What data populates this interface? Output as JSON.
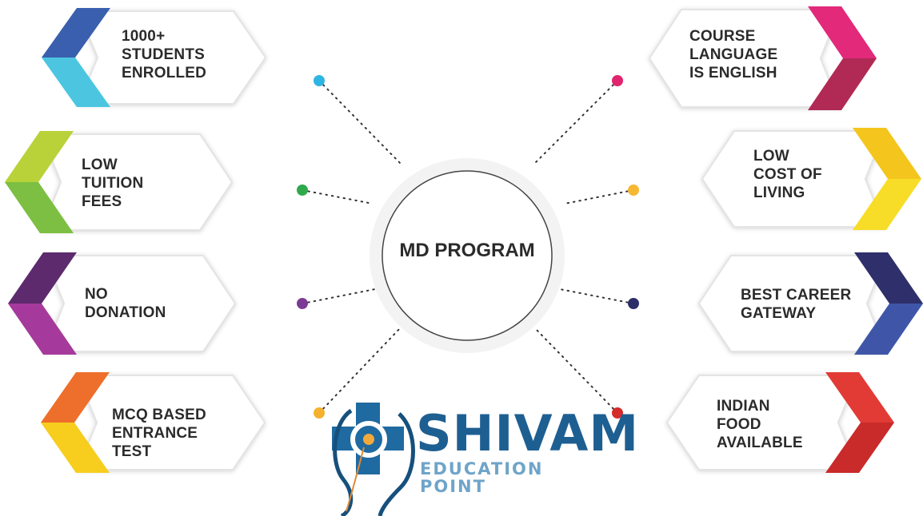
{
  "center": {
    "label": "MD PROGRAM"
  },
  "features": {
    "left": [
      {
        "lines": [
          "1000+",
          "STUDENTS",
          "ENROLLED"
        ],
        "colors": [
          "#3a5fae",
          "#4cc6e0"
        ],
        "dot": "#2fb5e3"
      },
      {
        "lines": [
          "LOW",
          "TUITION",
          "FEES"
        ],
        "colors": [
          "#b9d23a",
          "#7cbf42"
        ],
        "dot": "#2eaa4a"
      },
      {
        "lines": [
          "NO",
          "DONATION"
        ],
        "colors": [
          "#5d2a6e",
          "#a6399c"
        ],
        "dot": "#7d3a95"
      },
      {
        "lines": [
          "MCQ BASED",
          "ENTRANCE",
          "TEST"
        ],
        "colors": [
          "#ee6f2b",
          "#f7cd1e"
        ],
        "dot": "#f5b12d"
      }
    ],
    "right": [
      {
        "lines": [
          "COURSE",
          "LANGUAGE",
          "IS ENGLISH"
        ],
        "colors": [
          "#e2297a",
          "#b02a55"
        ],
        "dot": "#e0246e"
      },
      {
        "lines": [
          "LOW",
          "COST OF",
          "LIVING"
        ],
        "colors": [
          "#f4c51c",
          "#f7dd27"
        ],
        "dot": "#f6b733"
      },
      {
        "lines": [
          "BEST CAREER",
          "GATEWAY"
        ],
        "colors": [
          "#2e2f6b",
          "#3f56a8"
        ],
        "dot": "#2d2d67"
      },
      {
        "lines": [
          "INDIAN",
          "FOOD",
          "AVAILABLE"
        ],
        "colors": [
          "#e23b35",
          "#c92a2a"
        ],
        "dot": "#d42b2b"
      }
    ]
  },
  "logo": {
    "title": "SHIVAM",
    "subtitle": "EDUCATION POINT",
    "title_color": "#1e5f92",
    "subtitle_color": "#6fa4c9",
    "cross_color": "#1f6aa0",
    "icon": "medical-cross-stethoscope-icon"
  }
}
